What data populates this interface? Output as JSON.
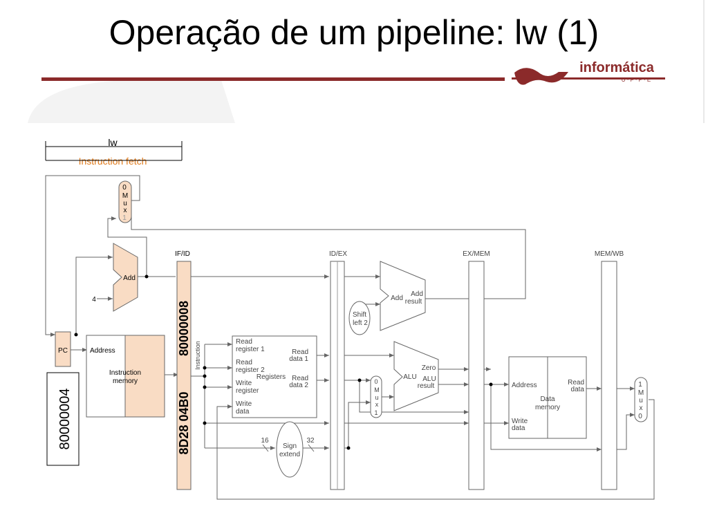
{
  "slide": {
    "title": "Operação de um pipeline: lw (1)",
    "logo": {
      "text": "informática",
      "subtext": "U · F · P · E"
    }
  },
  "stage_header": {
    "instruction": "lw",
    "stage": "Instruction fetch"
  },
  "pipeline_registers": [
    "IF/ID",
    "ID/EX",
    "EX/MEM",
    "MEM/WB"
  ],
  "values": {
    "pc": "80000004",
    "ifid_pc": "80000008",
    "ifid_instruction": "8D28  04B0"
  },
  "components": {
    "pc": "PC",
    "mux_top": [
      "0",
      "M",
      "u",
      "x",
      "1"
    ],
    "add_pc": "Add",
    "constant_four": "4",
    "instruction_memory": {
      "address": "Address",
      "label_1": "Instruction",
      "label_2": "memory"
    },
    "instruction_label": "Instruction",
    "registers": {
      "read_reg1_a": "Read",
      "read_reg1_b": "register 1",
      "read_reg2_a": "Read",
      "read_reg2_b": "register 2",
      "write_reg_a": "Write",
      "write_reg_b": "register",
      "write_data_a": "Write",
      "write_data_b": "data",
      "read_data1_a": "Read",
      "read_data1_b": "data 1",
      "read_data2_a": "Read",
      "read_data2_b": "data 2",
      "title": "Registers"
    },
    "shift_left": {
      "line1": "Shift",
      "line2": "left 2"
    },
    "add_branch": {
      "label": "Add",
      "result_1": "Add",
      "result_2": "result"
    },
    "mux_alu": [
      "0",
      "M",
      "u",
      "x",
      "1"
    ],
    "alu": {
      "label": "ALU",
      "zero": "Zero",
      "result_1": "ALU",
      "result_2": "result"
    },
    "sign_extend": {
      "line1": "Sign",
      "line2": "extend",
      "in_bits": "16",
      "out_bits": "32"
    },
    "data_memory": {
      "address": "Address",
      "read_1": "Read",
      "read_2": "data",
      "write_1": "Write",
      "write_2": "data",
      "label_1": "Data",
      "label_2": "memory"
    },
    "mux_wb": [
      "1",
      "M",
      "u",
      "x",
      "0"
    ]
  },
  "colors": {
    "accent": "#8b2a2a",
    "fill": "#f9dcc4",
    "stage": "#e07a1a",
    "stroke": "#666666"
  }
}
